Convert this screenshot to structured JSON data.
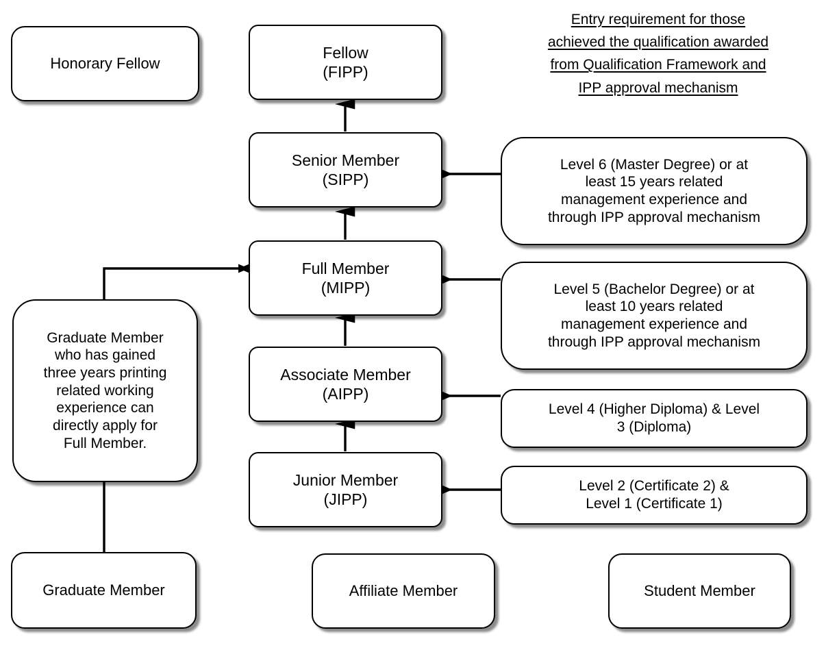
{
  "diagram": {
    "title_note": {
      "lines": [
        "Entry requirement for those",
        "achieved the qualification awarded",
        "from Qualification Framework and",
        "IPP approval mechanism"
      ]
    },
    "nodes": {
      "honorary_fellow": "Honorary Fellow",
      "fellow": "Fellow\n(FIPP)",
      "senior_member": "Senior Member\n(SIPP)",
      "full_member": "Full Member\n(MIPP)",
      "associate_member": "Associate Member\n(AIPP)",
      "junior_member": "Junior Member\n(JIPP)",
      "graduate_note": "Graduate Member\nwho has gained\nthree years printing\nrelated working\nexperience can\ndirectly apply for\nFull Member.",
      "level6": "Level 6 (Master Degree) or at\nleast 15 years related\nmanagement experience and\nthrough IPP approval mechanism",
      "level5": "Level 5 (Bachelor Degree) or at\nleast 10 years related\nmanagement experience and\nthrough IPP approval mechanism",
      "level4": "Level 4 (Higher Diploma) & Level\n3 (Diploma)",
      "level2": "Level 2 (Certificate 2) &\nLevel 1 (Certificate 1)",
      "graduate_member": "Graduate Member",
      "affiliate_member": "Affiliate Member",
      "student_member": "Student Member"
    },
    "colors": {
      "box_border": "#000000",
      "box_fill": "#ffffff",
      "text": "#000000",
      "edge": "#000000",
      "shadow": "#777777"
    }
  }
}
